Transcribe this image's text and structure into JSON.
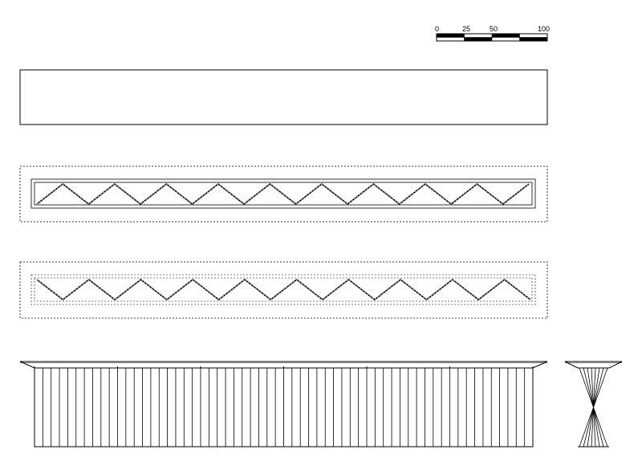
{
  "scale_bar": {
    "labels": [
      "0",
      "25",
      "50",
      "100"
    ]
  },
  "views": {
    "elevation": {},
    "plan_top": {
      "zigzag_peaks": 9
    },
    "plan_bottom": {
      "zigzag_peaks": 9
    },
    "front_section": {
      "vertical_members": 60
    },
    "side_section": {}
  },
  "colors": {
    "line": "#000000",
    "background": "#ffffff"
  }
}
